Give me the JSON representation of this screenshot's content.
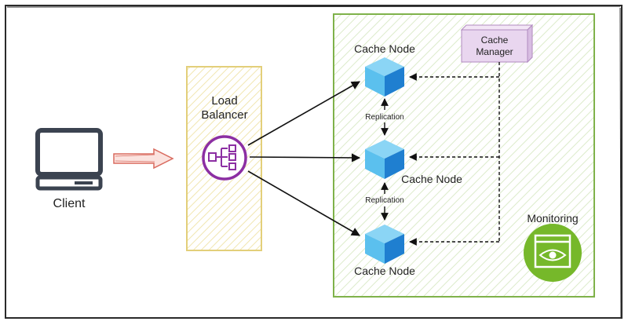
{
  "client": {
    "label": "Client"
  },
  "load_balancer": {
    "line1": "Load",
    "line2": "Balancer"
  },
  "cache_manager": {
    "line1": "Cache",
    "line2": "Manager"
  },
  "nodes": [
    {
      "label": "Cache Node"
    },
    {
      "label": "Cache Node"
    },
    {
      "label": "Cache Node"
    }
  ],
  "replication": [
    {
      "label": "Replication"
    },
    {
      "label": "Replication"
    }
  ],
  "monitoring": {
    "label": "Monitoring"
  },
  "colors": {
    "frame": "#2a2a2a",
    "lb_border": "#e3cf7a",
    "lb_hatch": "#f3e9b8",
    "cluster_border": "#7fb24a",
    "cluster_hatch": "#d6e9c2",
    "lb_icon": "#8c2fa3",
    "cube_light": "#5bc0ee",
    "cube_dark": "#1f7fd0",
    "manager_face": "#e9d6ef",
    "manager_border": "#b08abf",
    "monitor_bg": "#76b82a",
    "client_arrow": "#d96b5f"
  }
}
